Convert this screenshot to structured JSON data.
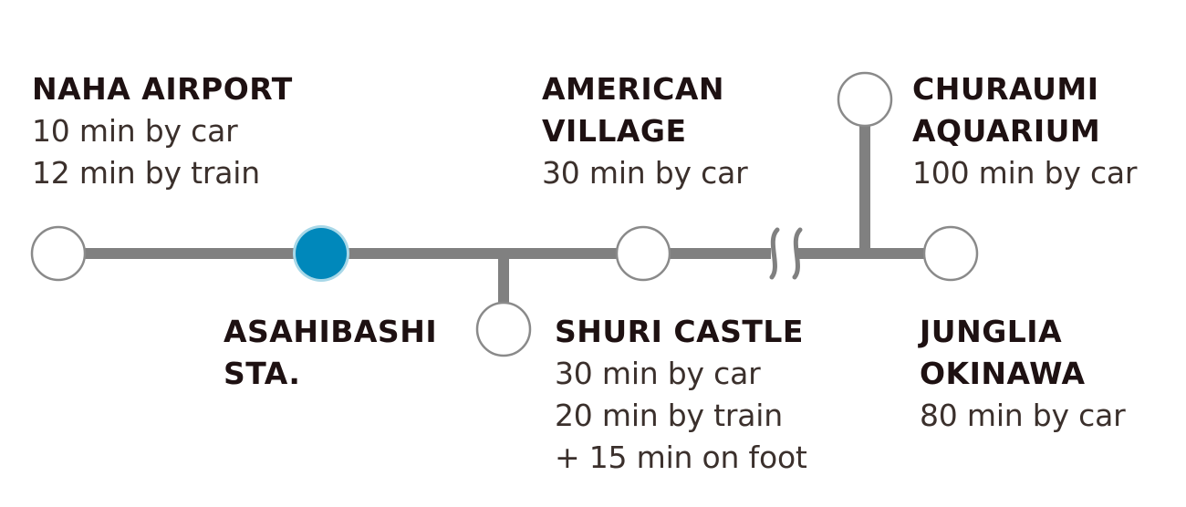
{
  "colors": {
    "line": "#808080",
    "node_border": "#8a8a8a",
    "node_fill": "#ffffff",
    "current_fill": "#0088bb",
    "current_ring": "#a8d8e8",
    "heading_text": "#1e1112",
    "detail_text": "#3b302c"
  },
  "stations": {
    "naha_airport": {
      "name": [
        "NAHA AIRPORT"
      ],
      "times": [
        "10 min by car",
        "12 min by train"
      ]
    },
    "asahibashi": {
      "name": [
        "ASAHIBASHI",
        "STA."
      ],
      "times": [],
      "current": true
    },
    "american_village": {
      "name": [
        "AMERICAN",
        "VILLAGE"
      ],
      "times": [
        "30 min by car"
      ]
    },
    "shuri_castle": {
      "name": [
        "SHURI CASTLE"
      ],
      "times": [
        "30 min by car",
        "20 min by train",
        "+ 15 min on foot"
      ]
    },
    "churaumi": {
      "name": [
        "CHURAUMI",
        "AQUARIUM"
      ],
      "times": [
        "100 min by car"
      ]
    },
    "junglia": {
      "name": [
        "JUNGLIA",
        "OKINAWA"
      ],
      "times": [
        "80 min by car"
      ]
    }
  }
}
